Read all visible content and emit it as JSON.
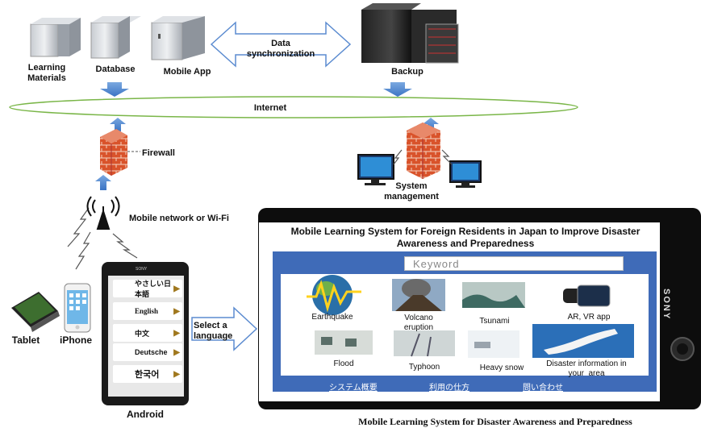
{
  "servers": {
    "learning_materials": "Learning\nMaterials",
    "database": "Database",
    "mobile_app": "Mobile App",
    "backup": "Backup"
  },
  "sync_label": "Data\nsynchronization",
  "internet_label": "Internet",
  "firewall_label": "Firewall",
  "system_management_label": "System\nmanagement",
  "mobile_network_label": "Mobile network or Wi-Fi",
  "devices": {
    "tablet": "Tablet",
    "iphone": "iPhone",
    "android": "Android"
  },
  "select_language": "Select a\nlanguage",
  "phone_brand": "SONY",
  "languages": [
    {
      "label": "やさしい日本語"
    },
    {
      "label": "English"
    },
    {
      "label": "中文"
    },
    {
      "label": "Deutsche"
    },
    {
      "label": "한국어"
    }
  ],
  "app": {
    "title": "Mobile Learning System for Foreign Residents in Japan to Improve Disaster Awareness and Preparedness",
    "keyword_placeholder": "Keyword",
    "tiles": {
      "earthquake": "Earthquake",
      "volcano": "Volcano\neruption",
      "tsunami": "Tsunami",
      "ar_vr": "AR, VR app",
      "flood": "Flood",
      "typhoon": "Typhoon",
      "heavy_snow": "Heavy snow",
      "disaster_info": "Disaster information in\nyour  area"
    },
    "footer_links": [
      "システム概要",
      "利用の仕方",
      "問い合わせ"
    ]
  },
  "caption": "Mobile Learning System for Disaster Awareness and Preparedness"
}
